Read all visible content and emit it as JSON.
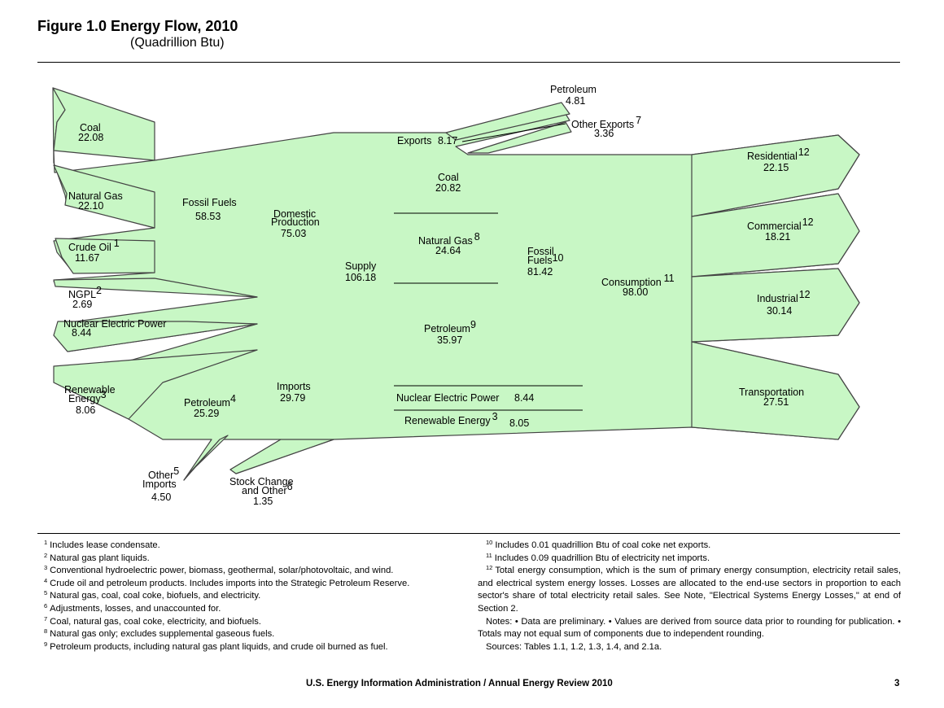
{
  "page": {
    "title": "Figure 1.0  Energy Flow, 2010",
    "subtitle": "(Quadrillion Btu)",
    "footer": "U.S. Energy Information Administration / Annual Energy Review 2010",
    "page_number": "3"
  },
  "colors": {
    "flow_fill": "#c8f7c5",
    "flow_stroke": "#444444"
  },
  "labels": {
    "coal_src": {
      "name": "Coal",
      "value": "22.08"
    },
    "natural_gas_src": {
      "name": "Natural Gas",
      "value": "22.10"
    },
    "crude_oil": {
      "name": "Crude Oil",
      "sup": "1",
      "value": "11.67"
    },
    "ngpl": {
      "name": "NGPL",
      "sup": "2",
      "value": "2.69"
    },
    "nuclear_src": {
      "name": "Nuclear Electric Power",
      "value": "8.44"
    },
    "renewable_src": {
      "name1": "Renewable",
      "name2": "Energy",
      "sup": "3",
      "value": "8.06"
    },
    "fossil_fuels_src": {
      "name": "Fossil Fuels",
      "value": "58.53"
    },
    "domestic_production": {
      "name1": "Domestic",
      "name2": "Production",
      "value": "75.03"
    },
    "imports": {
      "name": "Imports",
      "value": "29.79"
    },
    "petroleum_imports": {
      "name": "Petroleum",
      "sup": "4",
      "value": "25.29"
    },
    "other_imports": {
      "name1": "Other",
      "name2": "Imports",
      "sup": "5",
      "value": "4.50"
    },
    "stock_change": {
      "name1": "Stock Change",
      "name2": "and Other",
      "sup": "6",
      "value": "1.35"
    },
    "supply": {
      "name": "Supply",
      "value": "106.18"
    },
    "exports": {
      "name": "Exports",
      "value": "8.17"
    },
    "petroleum_exports": {
      "name": "Petroleum",
      "value": "4.81"
    },
    "other_exports": {
      "name": "Other Exports",
      "sup": "7",
      "value": "3.36"
    },
    "coal_cons": {
      "name": "Coal",
      "value": "20.82"
    },
    "natural_gas_cons": {
      "name": "Natural Gas",
      "sup": "8",
      "value": "24.64"
    },
    "petroleum_cons": {
      "name": "Petroleum",
      "sup": "9",
      "value": "35.97"
    },
    "fossil_fuels_cons": {
      "name1": "Fossil",
      "name2": "Fuels",
      "sup": "10",
      "value": "81.42"
    },
    "nuclear_cons": {
      "name": "Nuclear Electric Power",
      "value": "8.44"
    },
    "renewable_cons": {
      "name": "Renewable Energy",
      "sup": "3",
      "value": "8.05"
    },
    "consumption": {
      "name": "Consumption",
      "sup": "11",
      "value": "98.00"
    },
    "residential": {
      "name": "Residential",
      "sup": "12",
      "value": "22.15"
    },
    "commercial": {
      "name": "Commercial",
      "sup": "12",
      "value": "18.21"
    },
    "industrial": {
      "name": "Industrial",
      "sup": "12",
      "value": "30.14"
    },
    "transportation": {
      "name": "Transportation",
      "value": "27.51"
    }
  },
  "notes_left": [
    {
      "num": "1",
      "text": "Includes lease condensate."
    },
    {
      "num": "2",
      "text": "Natural gas plant liquids."
    },
    {
      "num": "3",
      "text": "Conventional hydroelectric power, biomass, geothermal, solar/photovoltaic, and wind."
    },
    {
      "num": "4",
      "text": "Crude oil and petroleum products.  Includes imports into the Strategic Petroleum Reserve."
    },
    {
      "num": "5",
      "text": "Natural gas, coal, coal coke, biofuels, and electricity."
    },
    {
      "num": "6",
      "text": "Adjustments, losses, and unaccounted for."
    },
    {
      "num": "7",
      "text": "Coal, natural gas, coal coke, electricity, and biofuels."
    },
    {
      "num": "8",
      "text": "Natural gas only; excludes supplemental gaseous fuels."
    },
    {
      "num": "9",
      "text": "Petroleum products, including natural gas plant liquids, and crude oil burned as fuel."
    }
  ],
  "notes_right": {
    "n10": {
      "num": "10",
      "text": "Includes 0.01 quadrillion Btu of coal coke net exports."
    },
    "n11": {
      "num": "11",
      "text": "Includes 0.09 quadrillion Btu of electricity net imports."
    },
    "n12": {
      "num": "12",
      "text": "Total energy consumption, which is the sum of primary energy consumption, electricity retail sales, and electrical system energy losses.  Losses are allocated to the end-use sectors in proportion to each sector's share of total electricity retail sales.  See Note, \"Electrical Systems Energy Losses,\" at end of Section 2."
    },
    "notes": "Notes: •  Data are preliminary.  •  Values are derived from source data prior to rounding for publication.  •  Totals may not equal sum of components due to independent rounding.",
    "sources": "Sources: Tables 1.1, 1.2, 1.3, 1.4,  and 2.1a."
  }
}
